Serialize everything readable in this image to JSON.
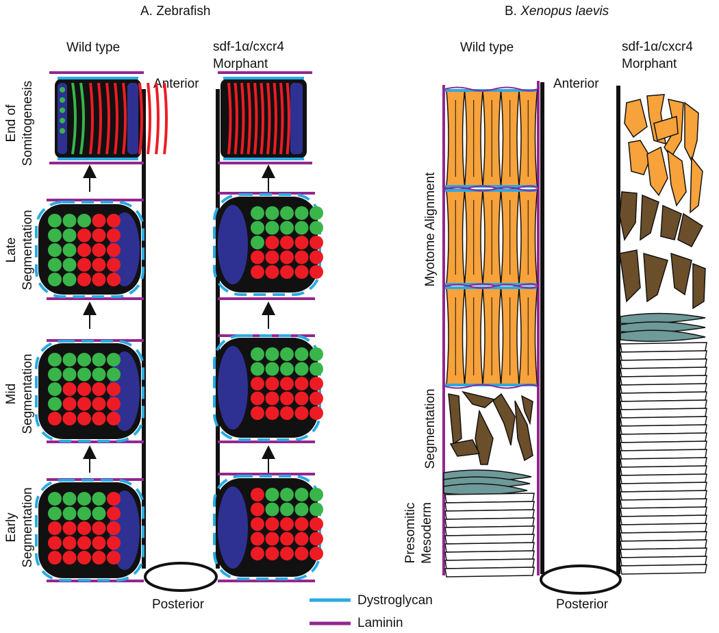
{
  "panelA": {
    "title": "A.  Zebrafish",
    "col_wt": "Wild type",
    "col_mo_1": "sdf-1α/cxcr4",
    "col_mo_2": "Morphant",
    "anterior": "Anterior",
    "posterior": "Posterior",
    "stages": [
      {
        "line1": "End of",
        "line2": "Somitogenesis"
      },
      {
        "line1": "Late",
        "line2": "Segmentation"
      },
      {
        "line1": "Mid",
        "line2": "Segmentation"
      },
      {
        "line1": "Early",
        "line2": "Segmentation"
      }
    ]
  },
  "panelB": {
    "title_prefix": "B. ",
    "title_species": "Xenopus laevis",
    "col_wt": "Wild type",
    "col_mo_1": "sdf-1α/cxcr4",
    "col_mo_2": "Morphant",
    "anterior": "Anterior",
    "posterior": "Posterior",
    "stage_myotome": "Myotome Alignment",
    "stage_segmentation": "Segmentation",
    "stage_psm_1": "Presomitic",
    "stage_psm_2": "Mesoderm"
  },
  "legend": {
    "items": [
      {
        "label": "Dystroglycan",
        "color": "#29abe2"
      },
      {
        "label": "Laminin",
        "color": "#93278f"
      }
    ]
  },
  "colors": {
    "green": "#39b54a",
    "red": "#ed1c24",
    "blue": "#2e3192",
    "orange": "#f7a23b",
    "brown": "#6b4e2a",
    "teal": "#6e9a99",
    "dystroglycan": "#29abe2",
    "laminin": "#93278f"
  }
}
